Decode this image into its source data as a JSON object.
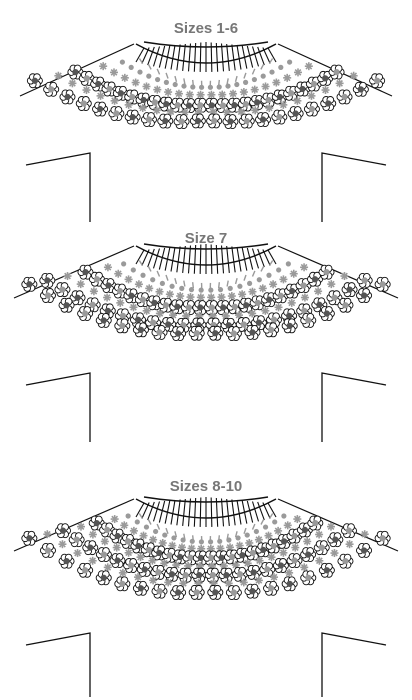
{
  "colors": {
    "line": "#111111",
    "motif_grey": "#9a9a9a",
    "motif_dark": "#555555",
    "title": "#777777"
  },
  "panels": [
    {
      "title": "Sizes 1-6"
    },
    {
      "title": "Size 7"
    },
    {
      "title": "Sizes 8-10"
    }
  ]
}
